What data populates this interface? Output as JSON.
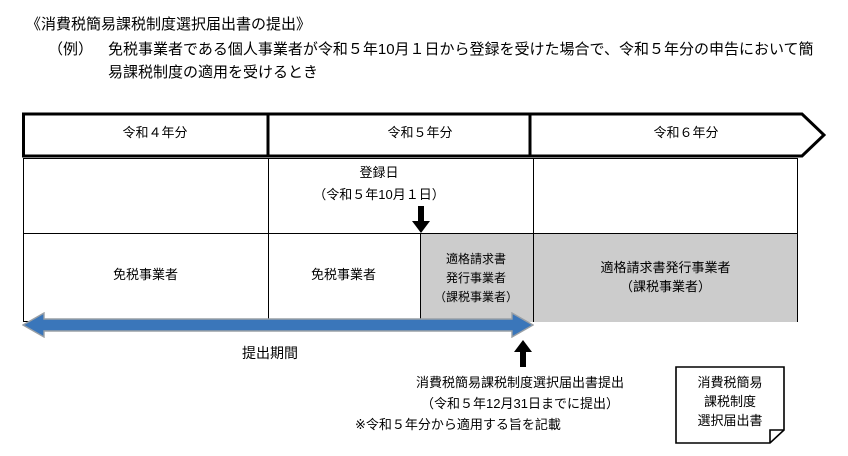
{
  "heading": {
    "title": "《消費税簡易課税制度選択届出書の提出》",
    "example_label": "（例）",
    "example_text": "免税事業者である個人事業者が令和５年10月１日から登録を受けた場合で、令和５年分の申告において簡易課税制度の適用を受けるとき"
  },
  "timeline": {
    "bands": [
      {
        "label": "令和４年分"
      },
      {
        "label": "令和５年分"
      },
      {
        "label": "令和６年分"
      }
    ]
  },
  "registration": {
    "line1": "登録日",
    "line2": "（令和５年10月１日）",
    "down_arrow": "down-arrow-icon"
  },
  "status_cells": [
    {
      "lines": [
        "免税事業者"
      ]
    },
    {
      "lines": [
        "免税事業者"
      ]
    },
    {
      "lines": [
        "適格請求書",
        "発行事業者",
        "（課税事業者）"
      ]
    },
    {
      "lines": [
        "適格請求書発行事業者",
        "（課税事業者）"
      ]
    }
  ],
  "submission_period": {
    "label": "提出期間",
    "arrow": "double-headed-arrow-icon",
    "up_arrow": "up-arrow-icon"
  },
  "annotation": {
    "lines": [
      "消費税簡易課税制度選択届出書提出",
      "（令和５年12月31日までに提出）",
      "※令和５年分から適用する旨を記載"
    ]
  },
  "document_icon": {
    "lines": [
      "消費税簡易",
      "課税制度",
      "選択届出書"
    ]
  },
  "colors": {
    "taxable_fill": "#cccccc",
    "period_arrow": "#3a76ba",
    "period_arrow_stroke": "#9aa0a6",
    "outline": "#000000",
    "background": "#ffffff"
  }
}
